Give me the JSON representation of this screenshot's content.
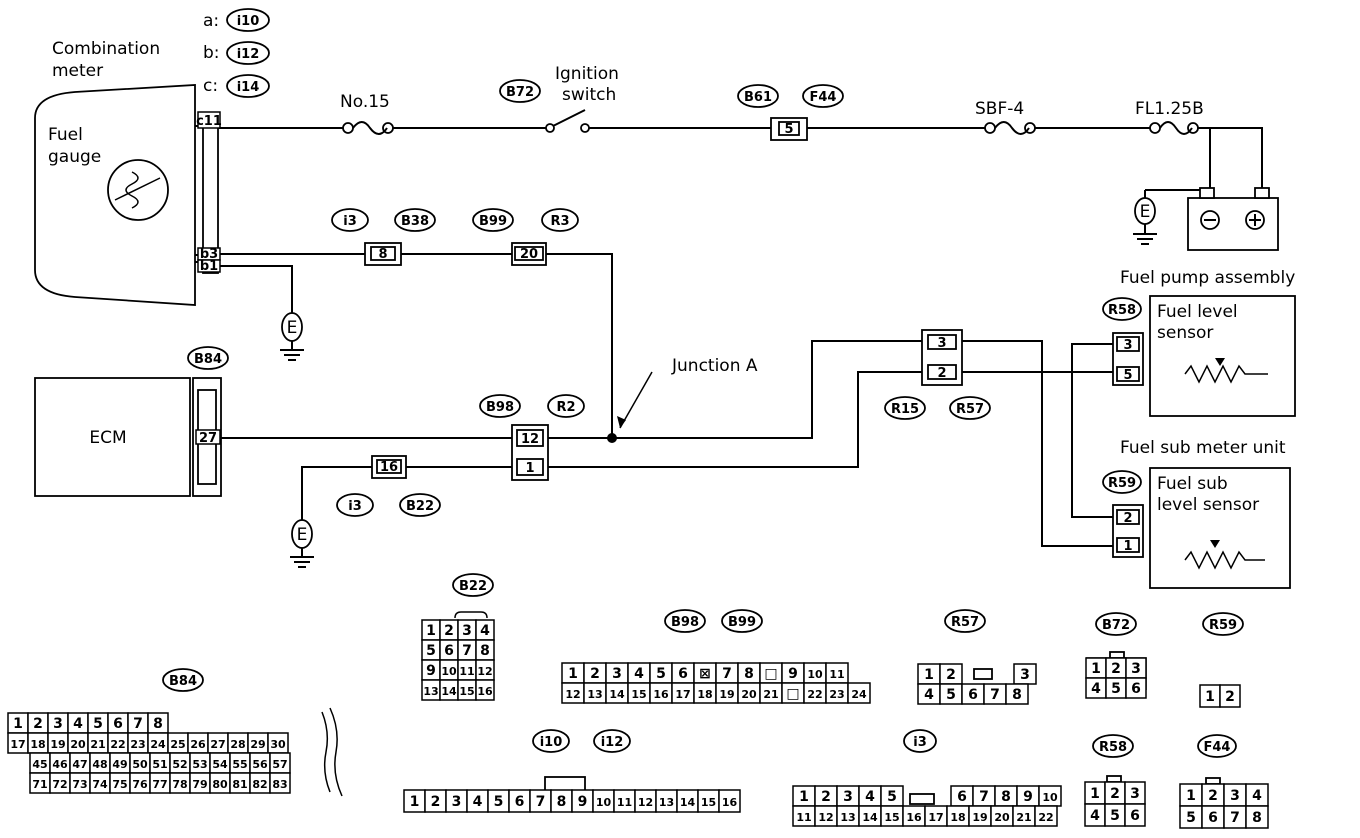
{
  "labels": {
    "combination_meter": [
      "Combination",
      "meter"
    ],
    "fuel_gauge": [
      "Fuel",
      "gauge"
    ],
    "ecm": "ECM",
    "fuse": "No.15",
    "ignition_switch": [
      "Ignition",
      "switch"
    ],
    "sbf": "SBF-4",
    "fl": "FL1.25B",
    "junction": "Junction A",
    "fuel_pump_assembly": "Fuel pump assembly",
    "fuel_level_sensor": [
      "Fuel level",
      "sensor"
    ],
    "fuel_sub_meter_unit": "Fuel sub meter unit",
    "fuel_sub_level_sensor": [
      "Fuel sub",
      "level sensor"
    ],
    "ground": "E",
    "meter_prefix": [
      "a:",
      "b:",
      "c:"
    ]
  },
  "connectors": {
    "meter": [
      "i10",
      "i12",
      "i14"
    ],
    "b72": "B72",
    "b61": "B61",
    "f44": "F44",
    "i3": "i3",
    "b38": "B38",
    "b99": "B99",
    "r3": "R3",
    "b84": "B84",
    "b98": "B98",
    "r2": "R2",
    "r15": "R15",
    "r57": "R57",
    "r58": "R58",
    "r59": "R59",
    "b22": "B22"
  },
  "pins": {
    "meter_c11": "c11",
    "meter_b3": "b3",
    "meter_b1": "b1",
    "f44": "5",
    "b38": "8",
    "r3": "20",
    "ecm": "27",
    "r2_top": "12",
    "r2_bot": "1",
    "b22": "16",
    "r57_top": "3",
    "r57_bot": "2",
    "r58_top": "3",
    "r58_bot": "5",
    "r59_top": "2",
    "r59_bot": "1"
  },
  "connector_views": {
    "b22": {
      "title": "B22",
      "rows": [
        [
          "1",
          "2",
          "3",
          "4"
        ],
        [
          "5",
          "6",
          "7",
          "8"
        ],
        [
          "9",
          "10",
          "11",
          "12"
        ],
        [
          "13",
          "14",
          "15",
          "16"
        ]
      ]
    },
    "b98_b99": {
      "titles": [
        "B98",
        "B99"
      ],
      "rows": [
        [
          "1",
          "2",
          "3",
          "4",
          "5",
          "6",
          "⊠",
          "7",
          "8",
          "□",
          "9",
          "10",
          "11"
        ],
        [
          "12",
          "13",
          "14",
          "15",
          "16",
          "17",
          "18",
          "19",
          "20",
          "21",
          "□",
          "22",
          "23",
          "24"
        ]
      ]
    },
    "r57": {
      "title": "R57",
      "rows": [
        [
          "1",
          "2",
          "3"
        ],
        [
          "4",
          "5",
          "6",
          "7",
          "8"
        ]
      ]
    },
    "b72": {
      "title": "B72",
      "rows": [
        [
          "1",
          "2",
          "3"
        ],
        [
          "4",
          "5",
          "6"
        ]
      ]
    },
    "r59": {
      "title": "R59",
      "rows": [
        [
          "1",
          "2"
        ]
      ]
    },
    "b84": {
      "title": "B84",
      "rows": [
        [
          "1",
          "2",
          "3",
          "4",
          "5",
          "6",
          "7",
          "8"
        ],
        [
          "17",
          "18",
          "19",
          "20",
          "21",
          "22",
          "23",
          "24",
          "25",
          "26",
          "27",
          "28",
          "29",
          "30"
        ],
        [
          "45",
          "46",
          "47",
          "48",
          "49",
          "50",
          "51",
          "52",
          "53",
          "54",
          "55",
          "56",
          "57"
        ],
        [
          "71",
          "72",
          "73",
          "74",
          "75",
          "76",
          "77",
          "78",
          "79",
          "80",
          "81",
          "82",
          "83"
        ]
      ]
    },
    "i10_i12": {
      "titles": [
        "i10",
        "i12"
      ],
      "rows": [
        [
          "1",
          "2",
          "3",
          "4",
          "5",
          "6",
          "7",
          "8",
          "9",
          "10",
          "11",
          "12",
          "13",
          "14",
          "15",
          "16"
        ]
      ]
    },
    "i3": {
      "title": "i3",
      "rows": [
        [
          "1",
          "2",
          "3",
          "4",
          "5",
          "6",
          "7",
          "8",
          "9",
          "10"
        ],
        [
          "11",
          "12",
          "13",
          "14",
          "15",
          "16",
          "17",
          "18",
          "19",
          "20",
          "21",
          "22"
        ]
      ]
    },
    "r58": {
      "title": "R58",
      "rows": [
        [
          "1",
          "2",
          "3"
        ],
        [
          "4",
          "5",
          "6"
        ]
      ]
    },
    "f44": {
      "title": "F44",
      "rows": [
        [
          "1",
          "2",
          "3",
          "4"
        ],
        [
          "5",
          "6",
          "7",
          "8"
        ]
      ]
    }
  }
}
